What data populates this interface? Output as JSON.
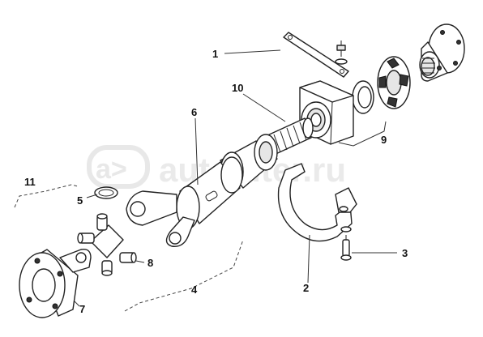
{
  "watermark": {
    "text": "autopiter.ru",
    "color": "#d9d9d9"
  },
  "callouts": {
    "c1": "1",
    "c2": "2",
    "c3": "3",
    "c4": "4",
    "c5": "5",
    "c6": "6",
    "c7": "7",
    "c8": "8",
    "c9": "9",
    "c10": "10",
    "c11": "11"
  },
  "colors": {
    "line": "#222222",
    "background": "#ffffff"
  }
}
